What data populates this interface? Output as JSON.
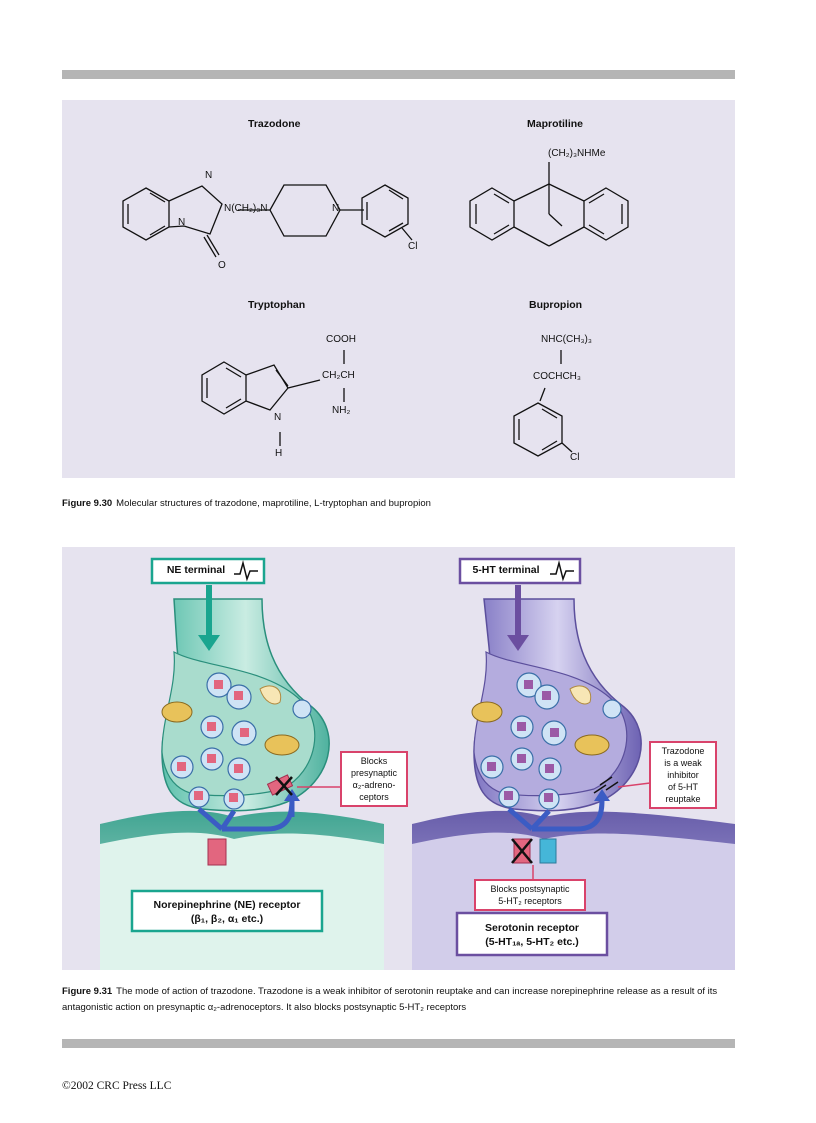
{
  "figure_930": {
    "molecules": {
      "trazodone": {
        "name": "Trazodone",
        "n1": "N",
        "n2": "N",
        "chain": "N(CH₂)₃N",
        "n3": "N",
        "o": "O",
        "cl": "Cl"
      },
      "maprotiline": {
        "name": "Maprotiline",
        "sidechain": "(CH₂)₃NHMe"
      },
      "tryptophan": {
        "name": "Tryptophan",
        "cooh": "COOH",
        "ch2ch": "CH₂CH",
        "nh2": "NH₂",
        "n": "N",
        "h": "H"
      },
      "bupropion": {
        "name": "Bupropion",
        "nhc": "NHC(CH₃)₃",
        "cochch3": "COCHCH₃",
        "cl": "Cl"
      }
    },
    "caption_label": "Figure 9.30",
    "caption_text": "Molecular structures of trazodone, maprotiline, L-tryptophan and bupropion"
  },
  "figure_931": {
    "ne_terminal_label": "NE terminal",
    "ht_terminal_label": "5-HT terminal",
    "blocks_presynaptic": [
      "Blocks",
      "presynaptic",
      "α₂-adreno-",
      "ceptors"
    ],
    "trazodone_weak": [
      "Trazodone",
      "is a weak",
      "inhibitor",
      "of 5-HT",
      "reuptake"
    ],
    "blocks_postsynaptic": [
      "Blocks postsynaptic",
      "5-HT₂ receptors"
    ],
    "ne_receptor": [
      "Norepinephrine (NE) receptor",
      "(β₁, β₂, α₁ etc.)"
    ],
    "serotonin_receptor": [
      "Serotonin receptor",
      "(5-HT₁ₐ, 5-HT₂ etc.)"
    ],
    "caption_label": "Figure 9.31",
    "caption_text": "The mode of action of trazodone. Trazodone is a weak inhibitor of serotonin reuptake and can increase norepinephrine release as a result of its antagonistic action on presynaptic α₂-adrenoceptors. It also blocks postsynaptic 5-HT₂ receptors",
    "colors": {
      "ne_teal": "#1aa58f",
      "ht_purple": "#6b4fa0",
      "red": "#d9436b",
      "blue": "#3b5cc4"
    }
  },
  "footer": {
    "copyright": "©2002 CRC Press LLC"
  }
}
